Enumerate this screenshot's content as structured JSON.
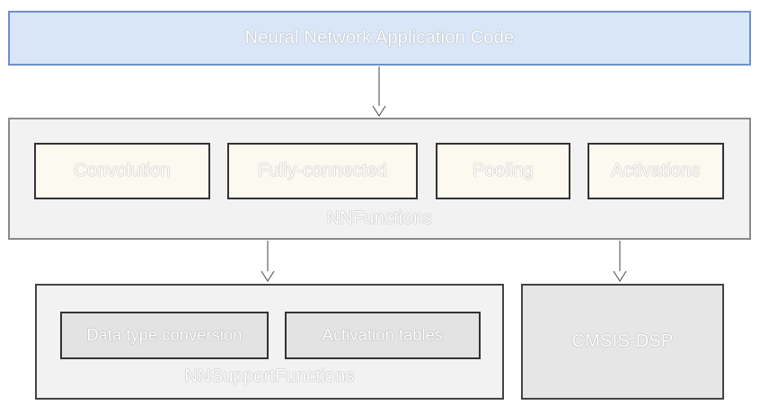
{
  "app": {
    "label": "Neural Network Application Code"
  },
  "nn_functions": {
    "label": "NNFunctions",
    "items": [
      {
        "label": "Convolution"
      },
      {
        "label": "Fully-connected"
      },
      {
        "label": "Pooling"
      },
      {
        "label": "Activations"
      }
    ]
  },
  "nn_support_functions": {
    "label": "NNSupportFunctions",
    "items": [
      {
        "label": "Data type conversion"
      },
      {
        "label": "Activation tables"
      }
    ]
  },
  "cmsis_dsp": {
    "label": "CMSIS-DSP"
  },
  "colors": {
    "app_fill": "#d8e6f7",
    "app_border": "#6f8fc9",
    "function_fill": "#fcfaf0",
    "container_fill": "#f2f2f2",
    "support_fill": "#e3e3e3",
    "dsp_fill": "#e6e6e6"
  }
}
